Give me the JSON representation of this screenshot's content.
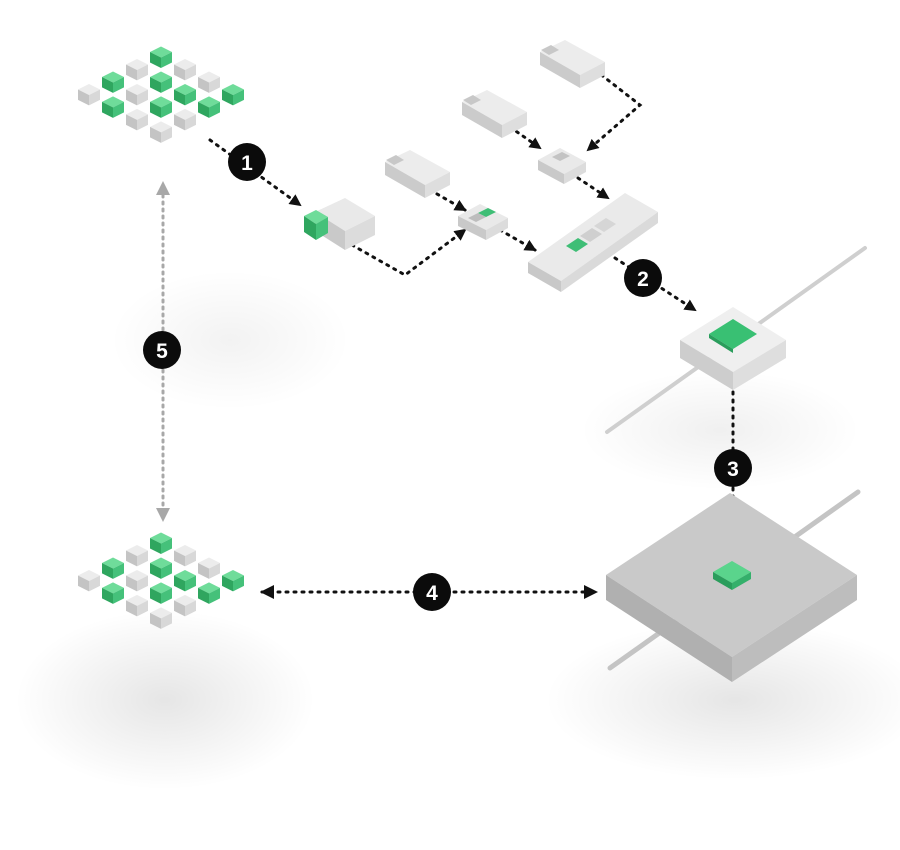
{
  "steps": [
    {
      "number": "1"
    },
    {
      "number": "2"
    },
    {
      "number": "3"
    },
    {
      "number": "4"
    },
    {
      "number": "5"
    }
  ],
  "colors": {
    "accent_green": "#39c073",
    "block_gray": "#cfcfcf",
    "badge": "#0b0b0b",
    "connector": "#111111",
    "connector_muted": "#a8a8a8"
  }
}
